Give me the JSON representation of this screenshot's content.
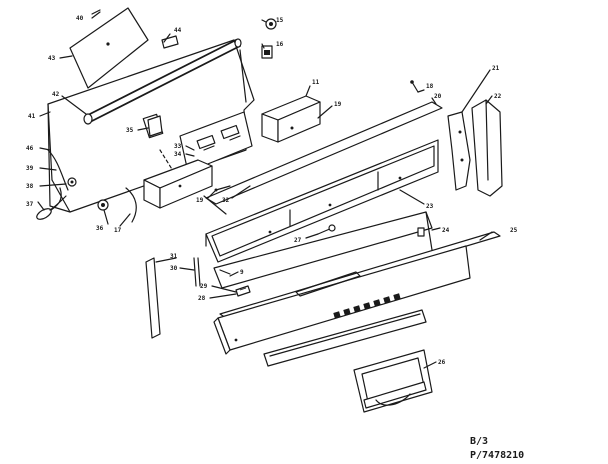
{
  "callouts": {
    "c40": "40",
    "c43": "43",
    "c44": "44",
    "c15": "15",
    "c16": "16",
    "c42": "42",
    "c41": "41",
    "c35": "35",
    "c11": "11",
    "c18": "18",
    "c19": "19",
    "c20": "20",
    "c21": "21",
    "c22": "22",
    "c33": "33",
    "c34": "34",
    "c46": "46",
    "c39": "39",
    "c38": "38",
    "c37": "37",
    "c36": "36",
    "c17": "17",
    "c32": "32",
    "c23": "23",
    "c27": "27",
    "c24": "24",
    "c25": "25",
    "c31": "31",
    "c30": "30",
    "c9": "9",
    "c29": "29",
    "c28": "28",
    "c26": "26"
  },
  "footer": {
    "sheet": "B/3",
    "part_number": "P/7478210"
  }
}
